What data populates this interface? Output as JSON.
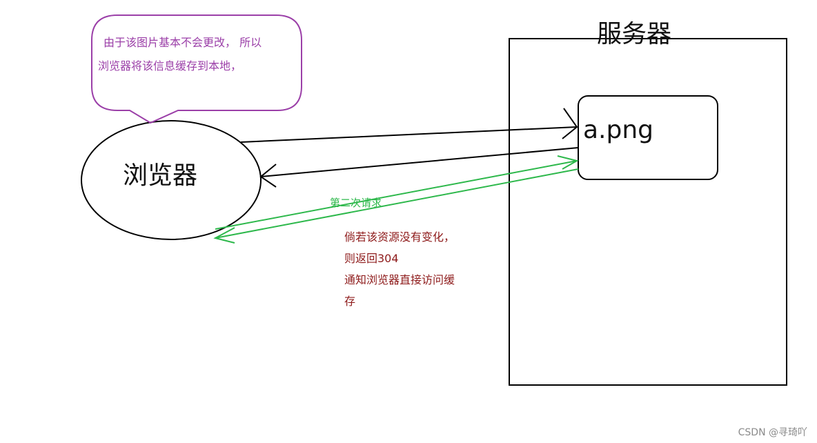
{
  "server": {
    "title": "服务器"
  },
  "resource": {
    "name": "a.png"
  },
  "browser": {
    "label": "浏览器"
  },
  "speech_bubble": {
    "line1": "由于该图片基本不会更改， 所以",
    "line2": "浏览器将该信息缓存到本地，"
  },
  "second_request": {
    "label": "第二次请求"
  },
  "note": {
    "line1": "倘若该资源没有变化，",
    "line2": "则返回304",
    "line3": "通知浏览器直接访问缓",
    "line4": "存"
  },
  "watermark": {
    "text": "CSDN @寻琦吖"
  },
  "colors": {
    "bubble": "#9b3fa8",
    "request_green": "#2db84b",
    "note_red": "#8e1b1b",
    "line": "#000000"
  }
}
